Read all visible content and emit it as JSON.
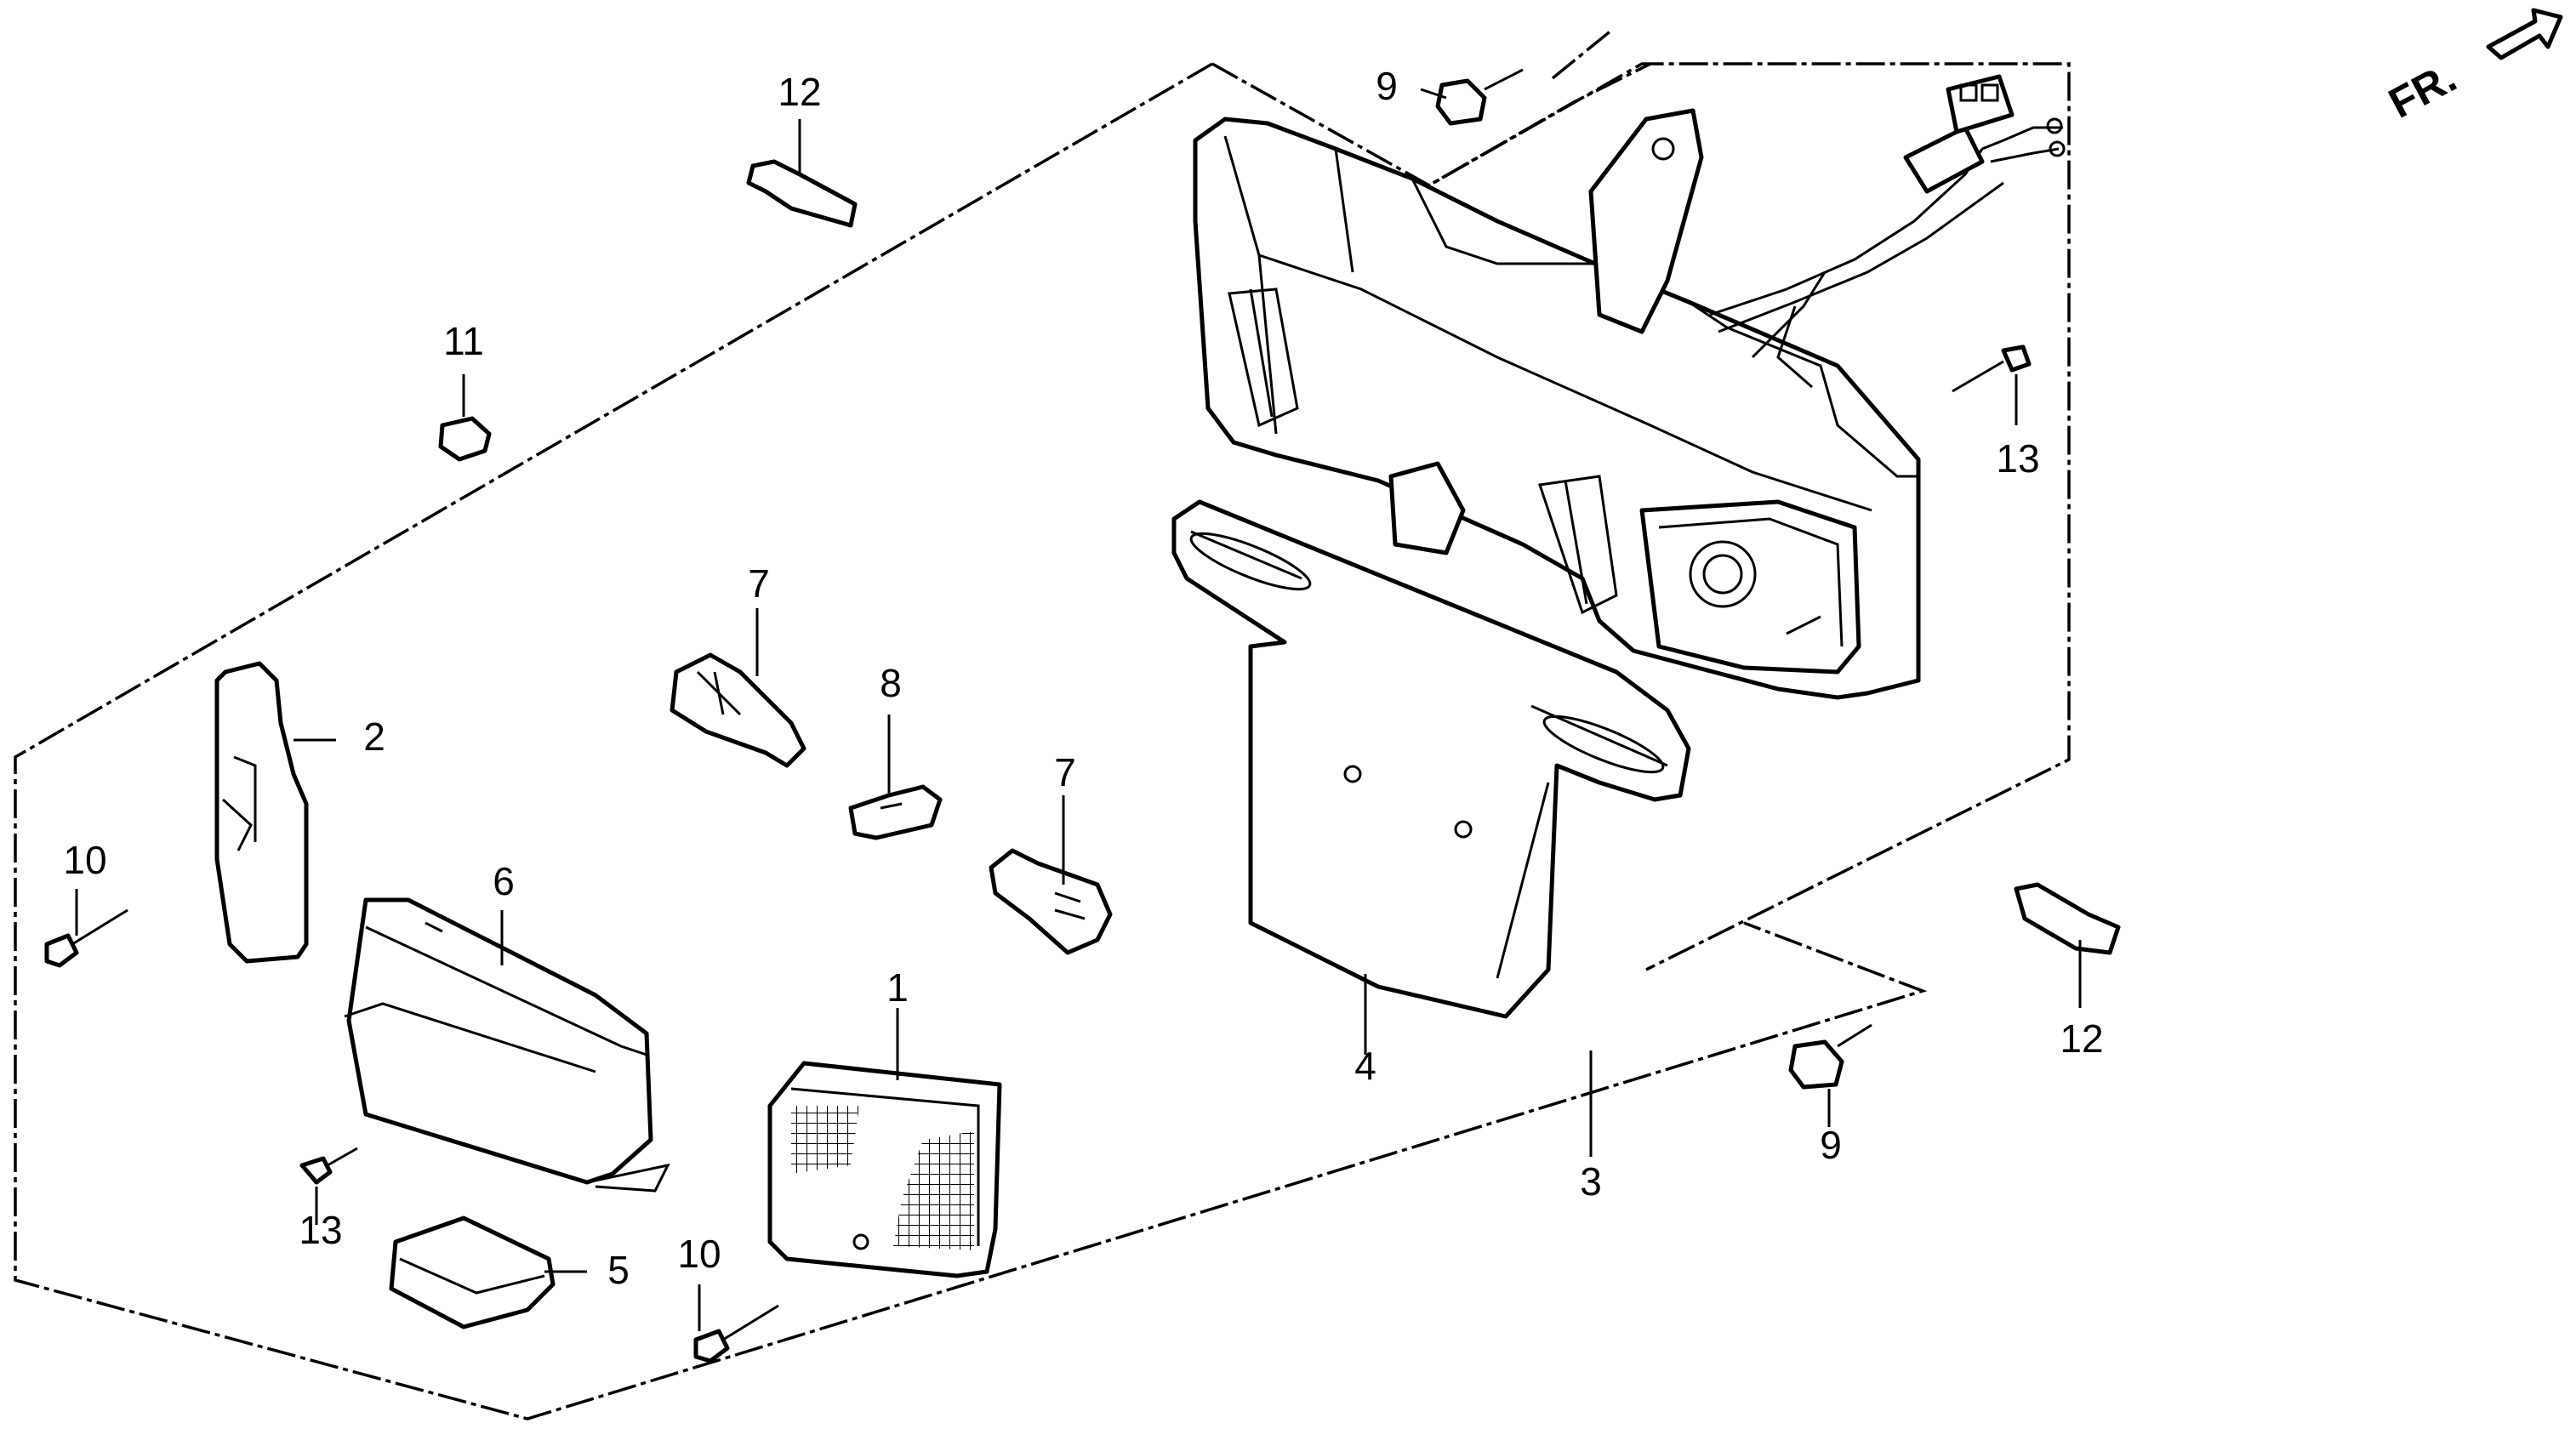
{
  "orientation": {
    "label": "FR."
  },
  "callouts": [
    {
      "id": "c1",
      "text": "1"
    },
    {
      "id": "c2",
      "text": "2"
    },
    {
      "id": "c3",
      "text": "3"
    },
    {
      "id": "c4",
      "text": "4"
    },
    {
      "id": "c5",
      "text": "5"
    },
    {
      "id": "c6",
      "text": "6"
    },
    {
      "id": "c7a",
      "text": "7"
    },
    {
      "id": "c7b",
      "text": "7"
    },
    {
      "id": "c8",
      "text": "8"
    },
    {
      "id": "c9a",
      "text": "9"
    },
    {
      "id": "c9b",
      "text": "9"
    },
    {
      "id": "c10a",
      "text": "10"
    },
    {
      "id": "c10b",
      "text": "10"
    },
    {
      "id": "c11",
      "text": "11"
    },
    {
      "id": "c12a",
      "text": "12"
    },
    {
      "id": "c12b",
      "text": "12"
    },
    {
      "id": "c13a",
      "text": "13"
    },
    {
      "id": "c13b",
      "text": "13"
    }
  ]
}
